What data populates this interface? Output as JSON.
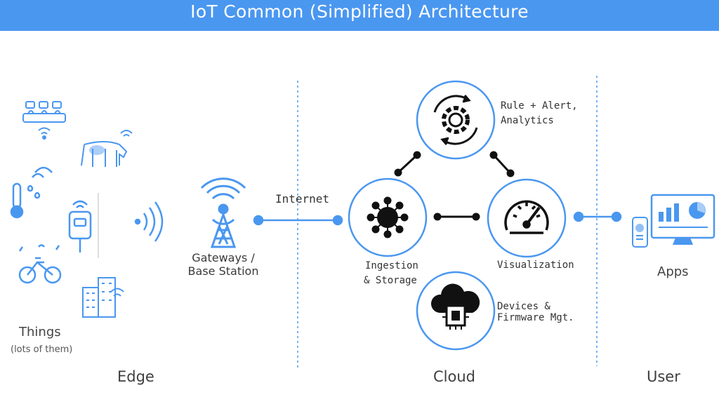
{
  "title": "IoT Common (Simplified) Architecture",
  "colors": {
    "header": "#4a97f0",
    "accent": "#4a97f0",
    "dark": "#111111",
    "text": "#3a3a3a"
  },
  "things": {
    "label": "Things",
    "sublabel": "(lots of them)",
    "icons": [
      "plant-sensor-icon",
      "cow-icon",
      "thermometer-icon",
      "parking-meter-icon",
      "bicycle-icon",
      "building-icon",
      "wireless-signal-icon"
    ]
  },
  "gateway": {
    "label_line1": "Gateways /",
    "label_line2": "Base Station",
    "icon": "radio-tower-icon"
  },
  "connection": {
    "internet_label": "Internet"
  },
  "cloud": {
    "ingestion": {
      "line1": "Ingestion",
      "line2": "& Storage",
      "icon": "hub-icon"
    },
    "rules": {
      "line1": "Rule + Alert,",
      "line2": "Analytics",
      "icon": "gear-cycle-icon"
    },
    "visualization": {
      "label": "Visualization",
      "icon": "gauge-icon"
    },
    "devices": {
      "line1": "Devices &",
      "line2": "Firmware Mgt.",
      "icon": "cloud-chip-icon"
    }
  },
  "user": {
    "apps_label": "Apps",
    "icons": [
      "phone-icon",
      "monitor-dashboard-icon"
    ]
  },
  "sections": {
    "edge": "Edge",
    "cloud": "Cloud",
    "user": "User"
  }
}
